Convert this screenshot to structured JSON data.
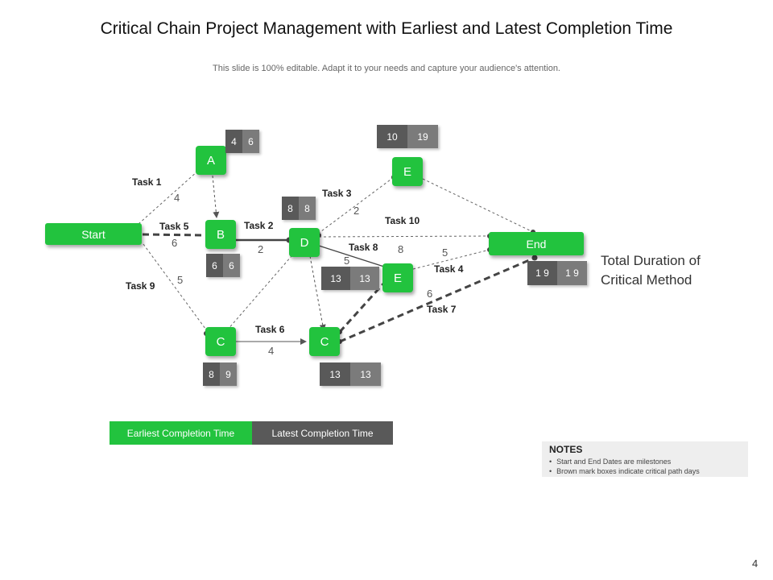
{
  "title": "Critical Chain Project Management with Earliest and Latest Completion Time",
  "subtitle": "This slide is 100% editable. Adapt it to your needs and capture your audience's attention.",
  "nodes": {
    "start": "Start",
    "a": "A",
    "b": "B",
    "c1": "C",
    "c2": "C",
    "d": "D",
    "e_top": "E",
    "e_mid": "E",
    "end": "End"
  },
  "tasks": {
    "t1": "Task 1",
    "t2": "Task 2",
    "t3": "Task 3",
    "t4": "Task 4",
    "t5": "Task 5",
    "t6": "Task 6",
    "t7": "Task 7",
    "t8": "Task 8",
    "t9": "Task 9",
    "t10": "Task 10"
  },
  "durations": {
    "t1": "4",
    "t5": "6",
    "t9": "5",
    "t2": "2",
    "t3": "2",
    "t8": "8",
    "t8b": "5",
    "t4": "5",
    "t7": "6",
    "t6": "4"
  },
  "boxes": {
    "a": {
      "earliest": "4",
      "latest": "6"
    },
    "b": {
      "earliest": "6",
      "latest": "6"
    },
    "c1": {
      "earliest": "8",
      "latest": "9"
    },
    "c2": {
      "earliest": "13",
      "latest": "13"
    },
    "d": {
      "earliest": "8",
      "latest": "8"
    },
    "e_top": {
      "earliest": "10",
      "latest": "19"
    },
    "e_mid": {
      "earliest": "13",
      "latest": "13"
    },
    "end": {
      "earliest": "1 9",
      "latest": "1 9"
    }
  },
  "total_label_line1": "Total Duration of",
  "total_label_line2": "Critical Method",
  "legend": {
    "earliest": "Earliest Completion Time",
    "latest": "Latest Completion Time"
  },
  "notes": {
    "heading": "NOTES",
    "items": [
      "Start and End Dates are milestones",
      "Brown mark  boxes indicate critical path days"
    ]
  },
  "page_number": "4",
  "colors": {
    "node_green": "#22c33e",
    "box_dark": "#595959",
    "box_light": "#7b7b7b",
    "edge": "#555555",
    "critical_edge": "#444444"
  }
}
